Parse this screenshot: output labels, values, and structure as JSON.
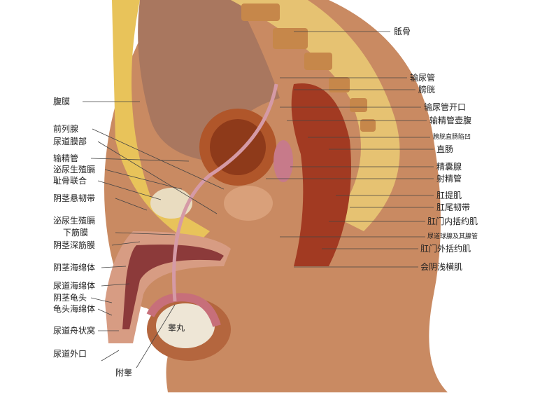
{
  "labels_right": [
    {
      "id": "sacrum",
      "text": "骶骨"
    },
    {
      "id": "ureter",
      "text": "输尿管"
    },
    {
      "id": "bladder",
      "text": "膀胱"
    },
    {
      "id": "ureteric-orifice",
      "text": "输尿管开口"
    },
    {
      "id": "ampulla-ductus-deferentis",
      "text": "输精管壶腹"
    },
    {
      "id": "rectovesical-pouch",
      "text": "膀胱直肠陷凹"
    },
    {
      "id": "rectum",
      "text": "直肠"
    },
    {
      "id": "seminal-vesicle",
      "text": "精囊腺"
    },
    {
      "id": "ejaculatory-duct",
      "text": "射精管"
    },
    {
      "id": "levator-ani",
      "text": "肛提肌"
    },
    {
      "id": "anococcygeal-ligament",
      "text": "肛尾韧带"
    },
    {
      "id": "internal-anal-sphincter",
      "text": "肛门内括约肌"
    },
    {
      "id": "bulbourethral-gland",
      "text": "尿道球腺及其腺管"
    },
    {
      "id": "external-anal-sphincter",
      "text": "肛门外括约肌"
    },
    {
      "id": "superficial-transverse-perineal",
      "text": "会阴浅横肌"
    }
  ],
  "labels_left": [
    {
      "id": "peritoneum",
      "text": "腹膜"
    },
    {
      "id": "prostate",
      "text": "前列腺"
    },
    {
      "id": "membranous-urethra",
      "text": "尿道膜部"
    },
    {
      "id": "vas-deferens",
      "text": "输精管"
    },
    {
      "id": "urogenital-diaphragm",
      "text": "泌尿生殖膈"
    },
    {
      "id": "pubic-symphysis",
      "text": "耻骨联合"
    },
    {
      "id": "suspensory-ligament",
      "text": "阴茎悬韧带"
    },
    {
      "id": "inferior-fascia-1",
      "text": "泌尿生殖膈"
    },
    {
      "id": "inferior-fascia-2",
      "text": "下筋膜"
    },
    {
      "id": "deep-penile-fascia",
      "text": "阴茎深筋膜"
    },
    {
      "id": "corpus-cavernosum",
      "text": "阴茎海绵体"
    },
    {
      "id": "corpus-spongiosum",
      "text": "尿道海绵体"
    },
    {
      "id": "glans-penis",
      "text": "阴茎龟头"
    },
    {
      "id": "glans-spongiosum",
      "text": "龟头海绵体"
    },
    {
      "id": "navicular-fossa",
      "text": "尿道舟状窝"
    },
    {
      "id": "external-urethral-orifice",
      "text": "尿道外口"
    }
  ],
  "labels_inner": [
    {
      "id": "epididymis",
      "text": "附睾"
    },
    {
      "id": "testis",
      "text": "睾丸"
    }
  ]
}
